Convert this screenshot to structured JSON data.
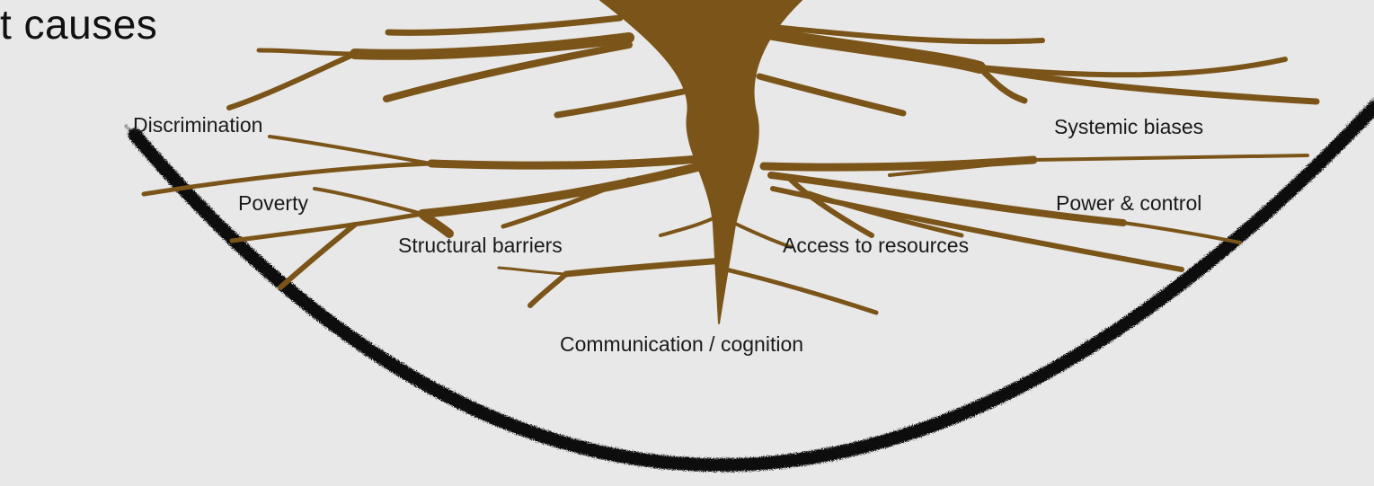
{
  "heading": "t causes",
  "colors": {
    "background": "#e8e8e8",
    "root": "#7a5418",
    "bowl_stroke": "#111111"
  },
  "labels": {
    "discrimination": "Discrimination",
    "poverty": "Poverty",
    "structural_barriers": "Structural barriers",
    "access_to_resources": "Access to resources",
    "systemic_biases": "Systemic biases",
    "power_control": "Power & control",
    "communication_cognition": "Communication / cognition"
  }
}
